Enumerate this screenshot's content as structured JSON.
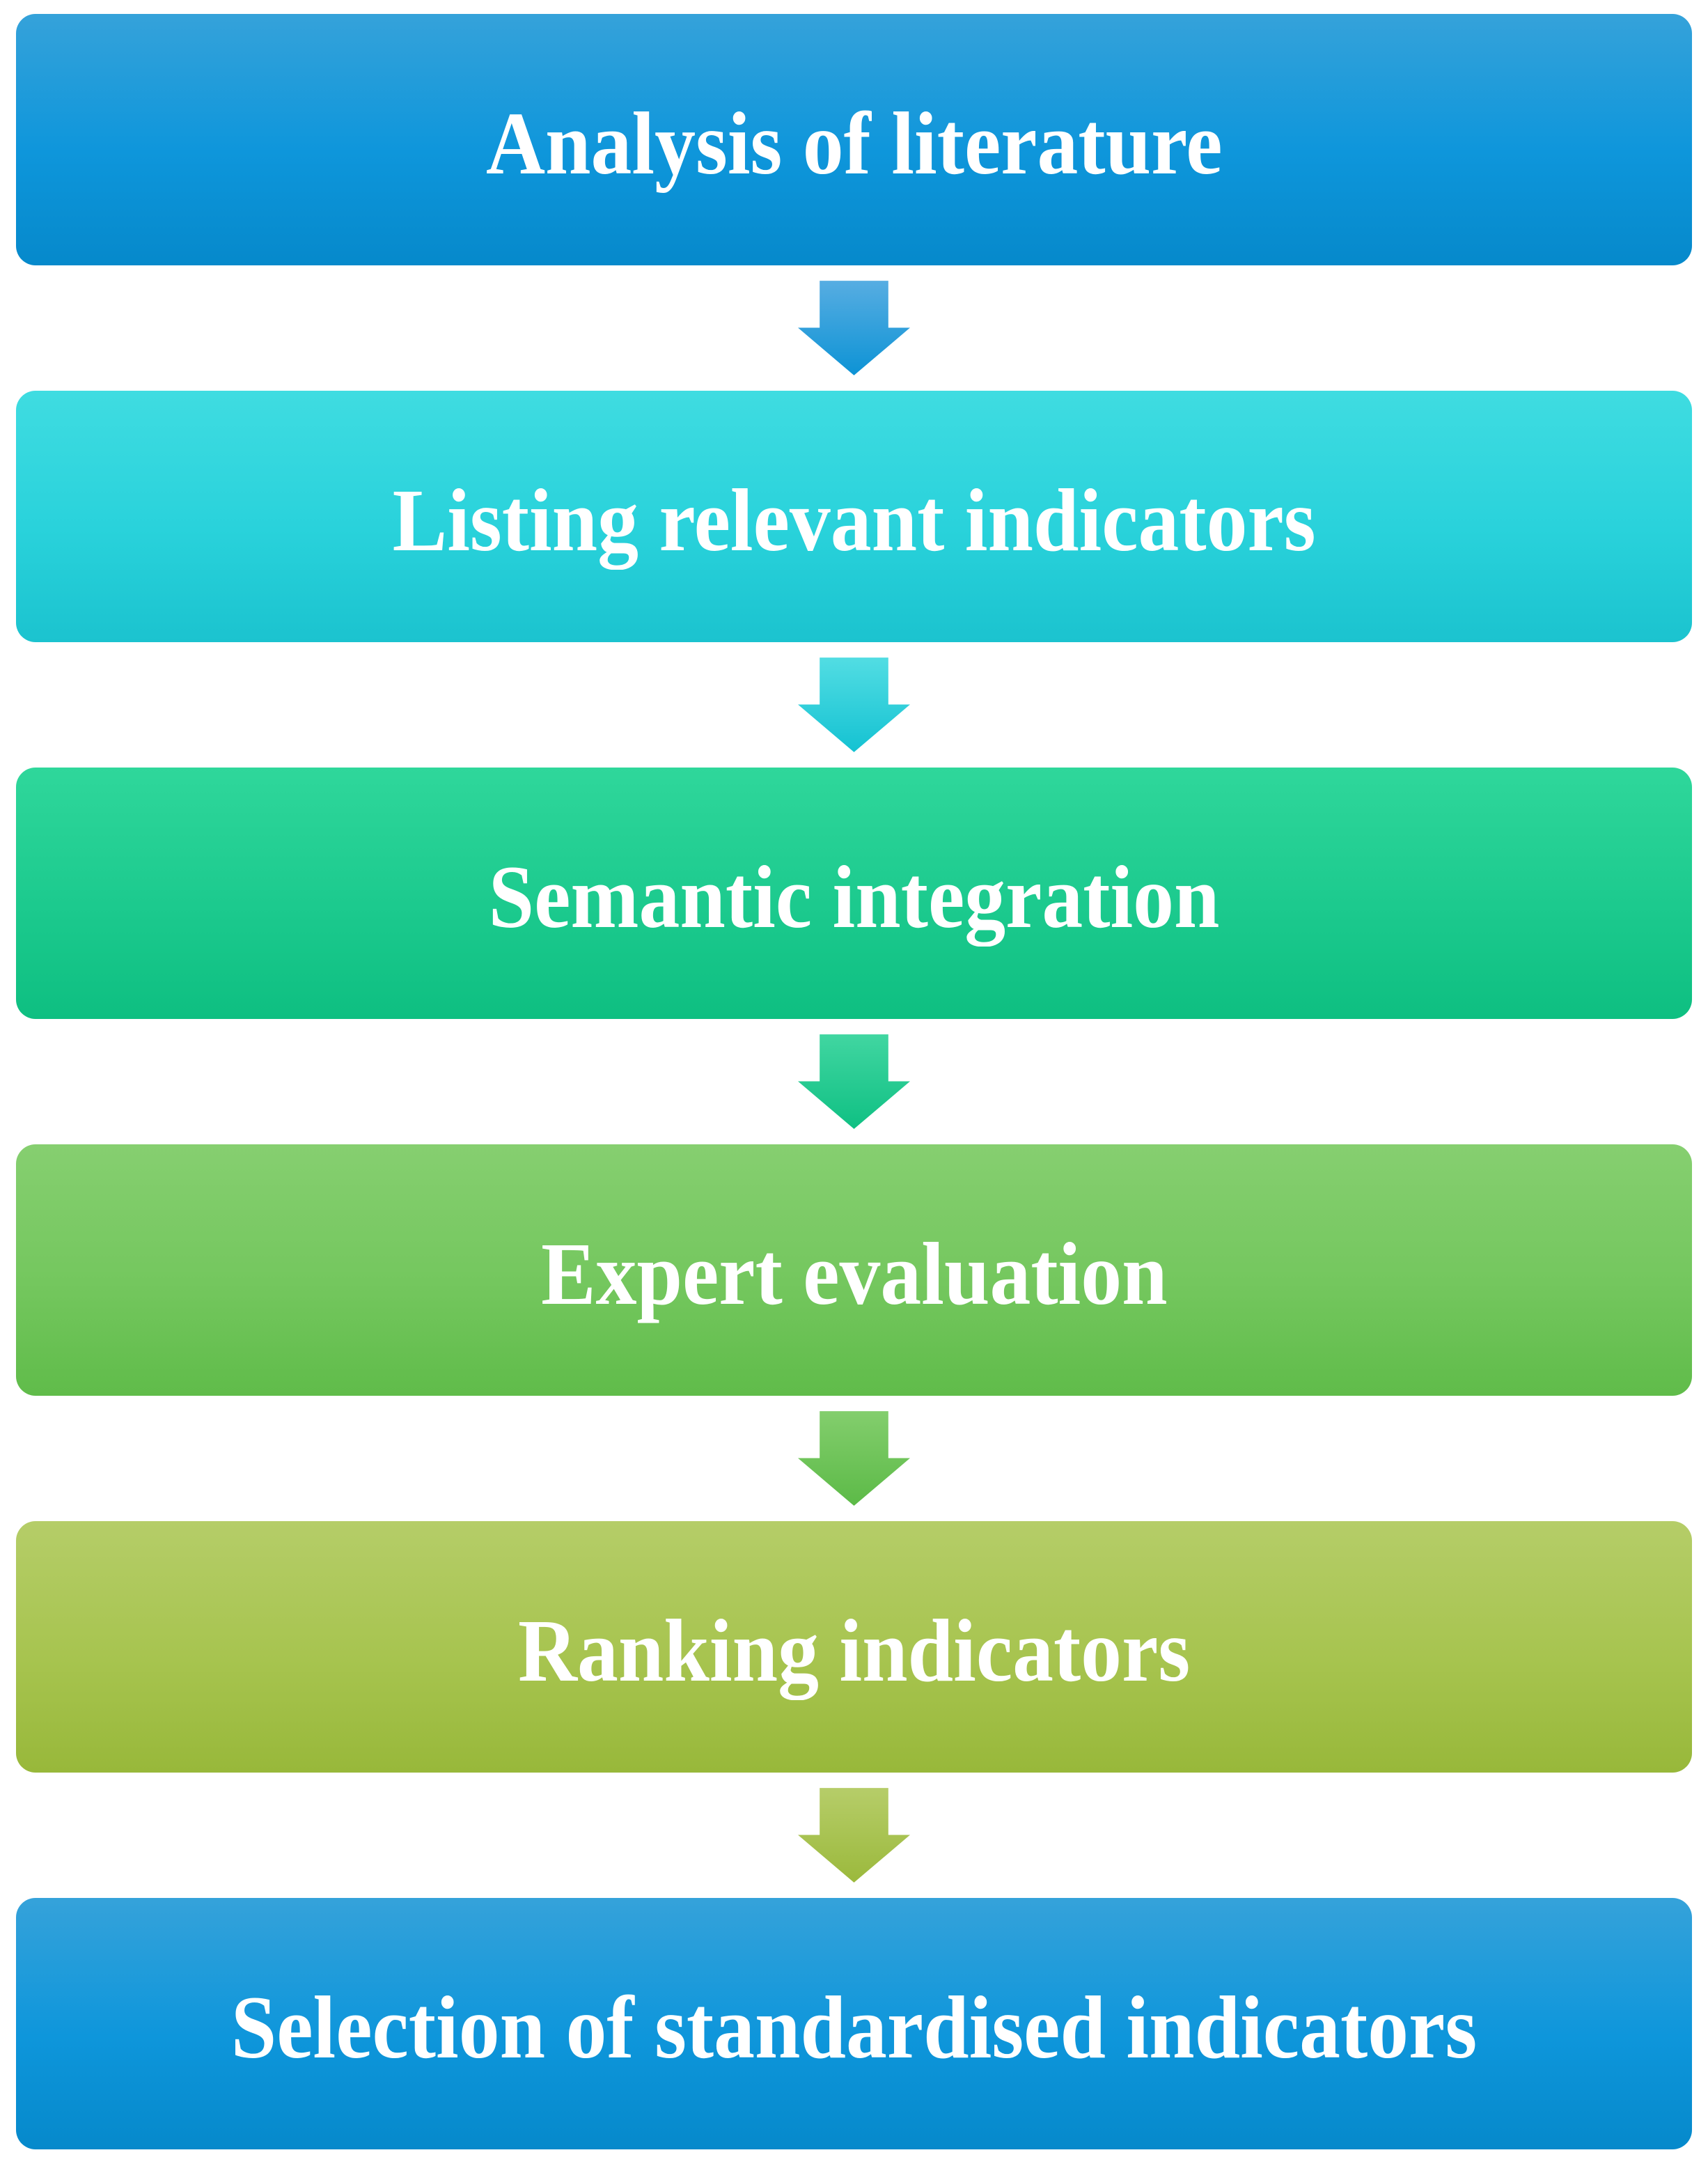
{
  "figure": {
    "type": "flowchart",
    "direction": "top-down",
    "background": "#FFFFFF",
    "text_color": "#FFFFFF",
    "steps": [
      {
        "label": "Analysis of literature",
        "gradient": [
          "#35A2DA",
          "#0E96DB",
          "#0689CB"
        ]
      },
      {
        "label": "Listing relevant indicators",
        "gradient": [
          "#3FDCE1",
          "#29D2DB",
          "#1BC3CF"
        ]
      },
      {
        "label": "Semantic integration",
        "gradient": [
          "#2FD79B",
          "#1CCA8E",
          "#0EBF81"
        ]
      },
      {
        "label": "Expert evaluation",
        "gradient": [
          "#86CF70",
          "#74C75E",
          "#60BC4A"
        ]
      },
      {
        "label": "Ranking indicators",
        "gradient": [
          "#B5CD68",
          "#A7C44F",
          "#98B83A"
        ]
      },
      {
        "label": "Selection of standardised indicators",
        "gradient": [
          "#35A2DA",
          "#0E96DB",
          "#0689CB"
        ]
      }
    ],
    "arrows": [
      {
        "name": "arrow-1",
        "gradient": [
          "#57ADE2",
          "#0D93D5"
        ]
      },
      {
        "name": "arrow-2",
        "gradient": [
          "#52DDE3",
          "#14C2D2"
        ]
      },
      {
        "name": "arrow-3",
        "gradient": [
          "#41D6A1",
          "#0FC083"
        ]
      },
      {
        "name": "arrow-4",
        "gradient": [
          "#83CE6D",
          "#5CBA47"
        ]
      },
      {
        "name": "arrow-5",
        "gradient": [
          "#B6CD69",
          "#9BB93C"
        ]
      }
    ]
  }
}
